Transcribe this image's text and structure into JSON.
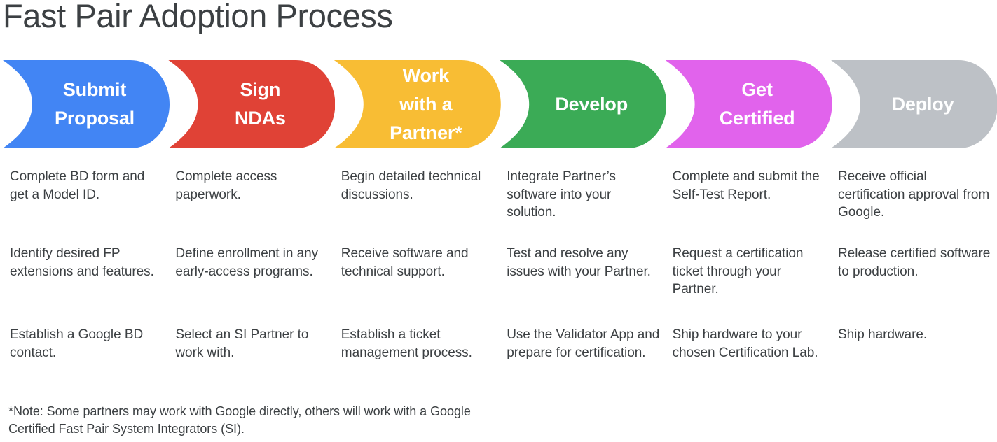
{
  "page": {
    "title": "Fast Pair Adoption Process",
    "background_color": "#ffffff",
    "text_color": "#3c4043"
  },
  "stages": [
    {
      "label": "Submit\nProposal",
      "color": "#4285f4",
      "label_color": "#ffffff",
      "items": [
        "Complete BD form and get a Model ID.",
        "Identify desired FP extensions and features.",
        "Establish a Google BD contact."
      ]
    },
    {
      "label": "Sign\nNDAs",
      "color": "#e04236",
      "label_color": "#ffffff",
      "items": [
        "Complete access paperwork.",
        "Define enrollment in any early-access programs.",
        "Select an SI Partner to work with."
      ]
    },
    {
      "label": "Work\nwith a\nPartner*",
      "color": "#f8bd34",
      "label_color": "#ffffff",
      "items": [
        "Begin detailed technical discussions.",
        "Receive software and technical support.",
        "Establish a ticket management process."
      ]
    },
    {
      "label": "Develop",
      "color": "#3bab56",
      "label_color": "#ffffff",
      "items": [
        "Integrate Partner’s software into your solution.",
        "Test and resolve any issues with your Partner.",
        "Use the Validator App and prepare for certification."
      ]
    },
    {
      "label": "Get\nCertified",
      "color": "#e163ec",
      "label_color": "#ffffff",
      "items": [
        "Complete and submit the Self-Test Report.",
        "Request a certification ticket through your Partner.",
        "Ship hardware to your chosen Certification Lab."
      ]
    },
    {
      "label": "Deploy",
      "color": "#bdc1c6",
      "label_color": "#ffffff",
      "items": [
        "Receive official certification approval from Google.",
        "Release certified software to production.",
        "Ship hardware."
      ]
    }
  ],
  "footnote": "*Note: Some partners may work with Google directly, others will work with a Google Certified Fast Pair System Integrators (SI)."
}
